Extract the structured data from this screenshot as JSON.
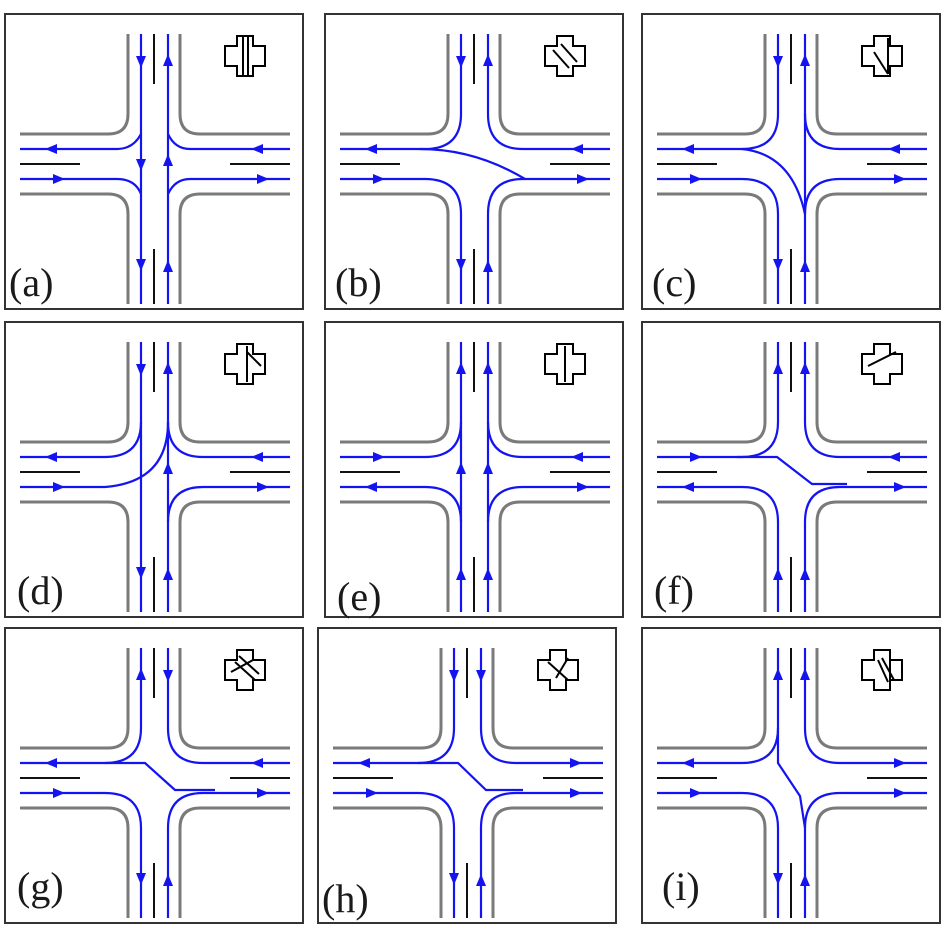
{
  "colors": {
    "road_edge": "#7a7a7a",
    "lane_divider": "#111111",
    "traffic_flow": "#1414f0",
    "panel_border": "#333333",
    "icon_stroke": "#000000"
  },
  "panels": [
    {
      "id": "a",
      "label": "(a)"
    },
    {
      "id": "b",
      "label": "(b)"
    },
    {
      "id": "c",
      "label": "(c)"
    },
    {
      "id": "d",
      "label": "(d)"
    },
    {
      "id": "e",
      "label": "(e)"
    },
    {
      "id": "f",
      "label": "(f)"
    },
    {
      "id": "g",
      "label": "(g)"
    },
    {
      "id": "h",
      "label": "(h)"
    },
    {
      "id": "i",
      "label": "(i)"
    }
  ]
}
